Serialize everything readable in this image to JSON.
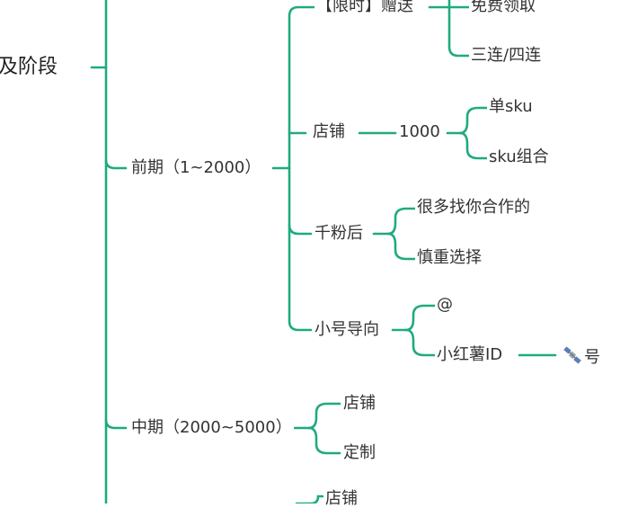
{
  "colors": {
    "line": "#1faa80",
    "text": "#333333"
  },
  "diagram": {
    "root": "及阶段",
    "early": {
      "label": "前期（1~2000）",
      "limited": {
        "label": "【限时】赠送",
        "children": [
          "免费领取",
          "三连/四连"
        ]
      },
      "shop": {
        "label": "店铺",
        "count": "1000",
        "children": [
          "单sku",
          "sku组合"
        ]
      },
      "thousand": {
        "label": "千粉后",
        "children": [
          "很多找你合作的",
          "慎重选择"
        ]
      },
      "alt": {
        "label": "小号导向",
        "at": "@",
        "xhs_id": "小红薯ID",
        "xhs_number": {
          "icon": "satellite-icon",
          "suffix": "号"
        }
      }
    },
    "middle": {
      "label": "中期（2000~5000）",
      "children": [
        "店铺",
        "定制"
      ]
    },
    "late_partial": {
      "label": "店铺"
    }
  }
}
